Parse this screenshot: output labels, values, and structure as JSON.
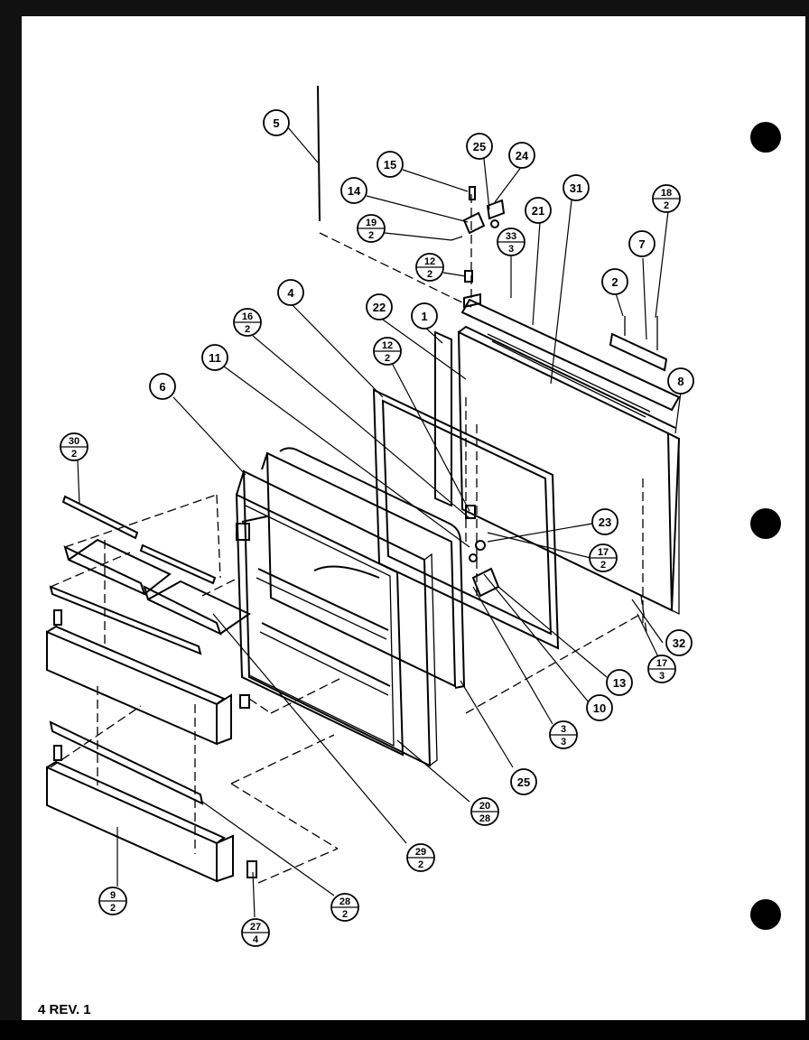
{
  "footer": {
    "label": "4 REV. 1"
  },
  "callouts": [
    {
      "id": "c5",
      "top": "5"
    },
    {
      "id": "c15",
      "top": "15"
    },
    {
      "id": "c25a",
      "top": "25"
    },
    {
      "id": "c24",
      "top": "24"
    },
    {
      "id": "c14",
      "top": "14"
    },
    {
      "id": "c19",
      "top": "19",
      "bottom": "2"
    },
    {
      "id": "c12a",
      "top": "12",
      "bottom": "2"
    },
    {
      "id": "c33",
      "top": "33",
      "bottom": "3"
    },
    {
      "id": "c21",
      "top": "21"
    },
    {
      "id": "c31",
      "top": "31"
    },
    {
      "id": "c18",
      "top": "18",
      "bottom": "2"
    },
    {
      "id": "c7",
      "top": "7"
    },
    {
      "id": "c2",
      "top": "2"
    },
    {
      "id": "c4",
      "top": "4"
    },
    {
      "id": "c22",
      "top": "22"
    },
    {
      "id": "c1",
      "top": "1"
    },
    {
      "id": "c16",
      "top": "16",
      "bottom": "2"
    },
    {
      "id": "c11",
      "top": "11"
    },
    {
      "id": "c12b",
      "top": "12",
      "bottom": "2"
    },
    {
      "id": "c8",
      "top": "8"
    },
    {
      "id": "c6",
      "top": "6"
    },
    {
      "id": "c30",
      "top": "30",
      "bottom": "2"
    },
    {
      "id": "c23",
      "top": "23"
    },
    {
      "id": "c17a",
      "top": "17",
      "bottom": "2"
    },
    {
      "id": "c32",
      "top": "32"
    },
    {
      "id": "c17b",
      "top": "17",
      "bottom": "3"
    },
    {
      "id": "c13",
      "top": "13"
    },
    {
      "id": "c10",
      "top": "10"
    },
    {
      "id": "c3",
      "top": "3",
      "bottom": "3"
    },
    {
      "id": "c25b",
      "top": "25"
    },
    {
      "id": "c20",
      "top": "20",
      "bottom": "28"
    },
    {
      "id": "c29",
      "top": "29",
      "bottom": "2"
    },
    {
      "id": "c9",
      "top": "9",
      "bottom": "2"
    },
    {
      "id": "c28",
      "top": "28",
      "bottom": "2"
    },
    {
      "id": "c27",
      "top": "27",
      "bottom": "4"
    }
  ]
}
